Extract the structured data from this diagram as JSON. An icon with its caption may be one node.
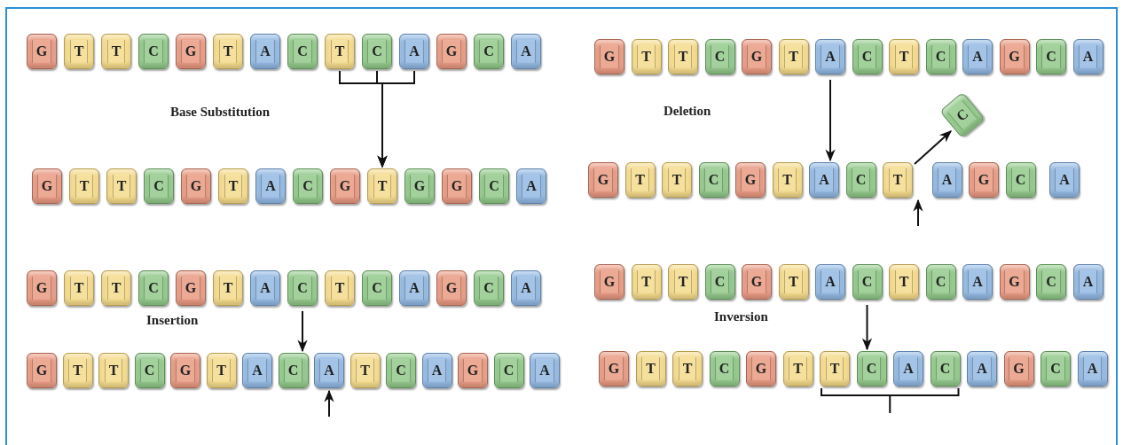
{
  "diagram": {
    "nodes": [
      {
        "text": [
          "G"
        ]
      },
      {
        "text": [
          "T"
        ]
      },
      {
        "text": [
          "T"
        ]
      },
      {
        "text": [
          "C"
        ]
      },
      {
        "text": [
          "G"
        ]
      },
      {
        "text": [
          "T"
        ]
      },
      {
        "text": [
          "A"
        ]
      },
      {
        "text": [
          "C"
        ]
      },
      {
        "text": [
          "T"
        ]
      },
      {
        "text": [
          "C"
        ]
      },
      {
        "text": [
          "A"
        ]
      },
      {
        "text": [
          "G"
        ]
      },
      {
        "text": [
          "C"
        ]
      },
      {
        "text": [
          "A"
        ]
      },
      {
        "text": [
          "G"
        ]
      },
      {
        "text": [
          "T"
        ]
      },
      {
        "text": [
          "T"
        ]
      },
      {
        "text": [
          "C"
        ]
      },
      {
        "text": [
          "G"
        ]
      },
      {
        "text": [
          "T"
        ]
      },
      {
        "text": [
          "A"
        ]
      },
      {
        "text": [
          "C"
        ]
      },
      {
        "text": [
          "G"
        ]
      },
      {
        "text": [
          "T"
        ]
      },
      {
        "text": [
          "G"
        ]
      },
      {
        "text": [
          "G"
        ]
      },
      {
        "text": [
          "C"
        ]
      },
      {
        "text": [
          "A"
        ]
      },
      {
        "text": [
          "G"
        ]
      },
      {
        "text": [
          "T"
        ]
      },
      {
        "text": [
          "T"
        ]
      },
      {
        "text": [
          "C"
        ]
      },
      {
        "text": [
          "G"
        ]
      },
      {
        "text": [
          "T"
        ]
      },
      {
        "text": [
          "A"
        ]
      },
      {
        "text": [
          "C"
        ]
      },
      {
        "text": [
          "T"
        ]
      },
      {
        "text": [
          "C"
        ]
      },
      {
        "text": [
          "A"
        ]
      },
      {
        "text": [
          "G"
        ]
      },
      {
        "text": [
          "C"
        ]
      },
      {
        "text": [
          "A"
        ]
      },
      {
        "text": [
          "G"
        ]
      },
      {
        "text": [
          "T"
        ]
      },
      {
        "text": [
          "T"
        ]
      },
      {
        "text": [
          "C"
        ]
      },
      {
        "text": [
          "G"
        ]
      },
      {
        "text": [
          "T"
        ]
      },
      {
        "text": [
          "A"
        ]
      },
      {
        "text": [
          "C"
        ]
      },
      {
        "text": [
          "T"
        ]
      },
      {
        "text": [
          "A"
        ]
      },
      {
        "text": [
          "G"
        ]
      },
      {
        "text": [
          "C"
        ]
      },
      {
        "text": [
          "A"
        ]
      },
      {
        "text": [
          "C"
        ]
      },
      {
        "text": [
          "G"
        ]
      },
      {
        "text": [
          "T"
        ]
      },
      {
        "text": [
          "T"
        ]
      },
      {
        "text": [
          "C"
        ]
      },
      {
        "text": [
          "G"
        ]
      },
      {
        "text": [
          "T"
        ]
      },
      {
        "text": [
          "A"
        ]
      },
      {
        "text": [
          "C"
        ]
      },
      {
        "text": [
          "T"
        ]
      },
      {
        "text": [
          "C"
        ]
      },
      {
        "text": [
          "A"
        ]
      },
      {
        "text": [
          "G"
        ]
      },
      {
        "text": [
          "C"
        ]
      },
      {
        "text": [
          "A"
        ]
      },
      {
        "text": [
          "G"
        ]
      },
      {
        "text": [
          "T"
        ]
      },
      {
        "text": [
          "T"
        ]
      },
      {
        "text": [
          "C"
        ]
      },
      {
        "text": [
          "G"
        ]
      },
      {
        "text": [
          "T"
        ]
      },
      {
        "text": [
          "A"
        ]
      },
      {
        "text": [
          "C"
        ]
      },
      {
        "text": [
          "A"
        ]
      },
      {
        "text": [
          "T"
        ]
      },
      {
        "text": [
          "C"
        ]
      },
      {
        "text": [
          "A"
        ]
      },
      {
        "text": [
          "G"
        ]
      },
      {
        "text": [
          "C"
        ]
      },
      {
        "text": [
          "A"
        ]
      },
      {
        "text": [
          "G"
        ]
      },
      {
        "text": [
          "T"
        ]
      },
      {
        "text": [
          "T"
        ]
      },
      {
        "text": [
          "C"
        ]
      },
      {
        "text": [
          "G"
        ]
      },
      {
        "text": [
          "T"
        ]
      },
      {
        "text": [
          "A"
        ]
      },
      {
        "text": [
          "C"
        ]
      },
      {
        "text": [
          "T"
        ]
      },
      {
        "text": [
          "C"
        ]
      },
      {
        "text": [
          "A"
        ]
      },
      {
        "text": [
          "G"
        ]
      },
      {
        "text": [
          "C"
        ]
      },
      {
        "text": [
          "A"
        ]
      },
      {
        "text": [
          "G"
        ]
      },
      {
        "text": [
          "T"
        ]
      },
      {
        "text": [
          "T"
        ]
      },
      {
        "text": [
          "C"
        ]
      },
      {
        "text": [
          "G"
        ]
      },
      {
        "text": [
          "T"
        ]
      },
      {
        "text": [
          "T"
        ]
      },
      {
        "text": [
          "C"
        ]
      },
      {
        "text": [
          "A"
        ]
      },
      {
        "text": [
          "C"
        ]
      },
      {
        "text": [
          "A"
        ]
      },
      {
        "text": [
          "G"
        ]
      },
      {
        "text": [
          "C"
        ]
      },
      {
        "text": [
          "A"
        ]
      }
    ],
    "edges": [
      {
        "from": 8,
        "to": 23,
        "arrow": "to"
      },
      {
        "from": 9,
        "to": 23,
        "arrow": "to"
      },
      {
        "from": 10,
        "to": 23,
        "arrow": "to"
      },
      {
        "from": 34,
        "to": 48,
        "arrow": "to"
      },
      {
        "from": 50,
        "to": 55,
        "arrow": "to"
      },
      {
        "from": null,
        "to": 50,
        "arrow": "to"
      },
      {
        "from": 63,
        "to": 77,
        "arrow": "to"
      },
      {
        "from": null,
        "to": 78,
        "arrow": "to"
      },
      {
        "from": 92,
        "to": 106,
        "arrow": "to"
      }
    ],
    "labels": [
      "Base Substitution",
      "Deletion",
      "Insertion",
      "Inversion"
    ]
  }
}
